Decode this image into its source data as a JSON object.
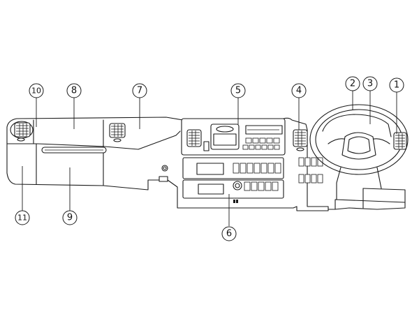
{
  "diagram": {
    "callouts": [
      {
        "id": "1",
        "label": "1"
      },
      {
        "id": "2",
        "label": "2"
      },
      {
        "id": "3",
        "label": "3"
      },
      {
        "id": "4",
        "label": "4"
      },
      {
        "id": "5",
        "label": "5"
      },
      {
        "id": "6",
        "label": "6"
      },
      {
        "id": "7",
        "label": "7"
      },
      {
        "id": "8",
        "label": "8"
      },
      {
        "id": "9",
        "label": "9"
      },
      {
        "id": "10",
        "label": "10"
      },
      {
        "id": "11",
        "label": "11"
      }
    ],
    "line_color": "#1a1a1a",
    "background": "#ffffff"
  }
}
